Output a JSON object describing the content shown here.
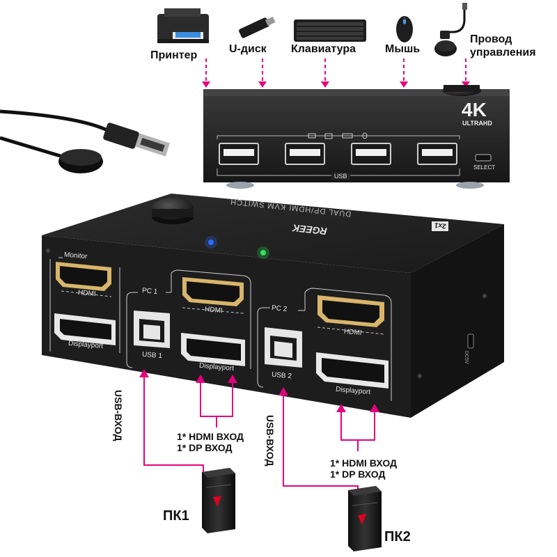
{
  "top_labels": {
    "printer": "Принтер",
    "udisk": "U-диск",
    "keyboard": "Клавиатура",
    "mouse": "Мышь",
    "control_line1": "Провод",
    "control_line2": "управления"
  },
  "back_panel": {
    "badge_4k": "4K",
    "badge_ultra": "ULTRAHD",
    "usb_label": "USB",
    "select_label": "SELECT"
  },
  "front_panel": {
    "monitor": "Monitor",
    "hdmi_monitor": "HDMI",
    "dp_monitor": "Displayport",
    "pc1": "PC 1",
    "hdmi_pc1": "HDMI",
    "usb1": "USB 1",
    "dp_pc1": "Displayport",
    "pc2": "PC 2",
    "hdmi_pc2": "HDMI",
    "usb2": "USB 2",
    "dp_pc2": "Displayport",
    "top_print": "DUAL DP/HDMI KVM SWITCH",
    "brand": "RGEEK",
    "model_badge": "2x1",
    "dc_label": "DC5V"
  },
  "annotations": {
    "usb_in_1": "USB-ВХОД",
    "usb_in_2": "USB-ВХОД",
    "pc1_inputs_line1": "1* HDMI ВХОД",
    "pc1_inputs_line2": "1* DP ВХОД",
    "pc2_inputs_line1": "1* HDMI ВХОД",
    "pc2_inputs_line2": "1* DP ВХОД",
    "pc1": "ПК1",
    "pc2": "ПК2"
  },
  "colors": {
    "arrow": "#e5007e",
    "device": "#232323",
    "led_blue": "#2a6cff",
    "led_green": "#2ee65a"
  }
}
